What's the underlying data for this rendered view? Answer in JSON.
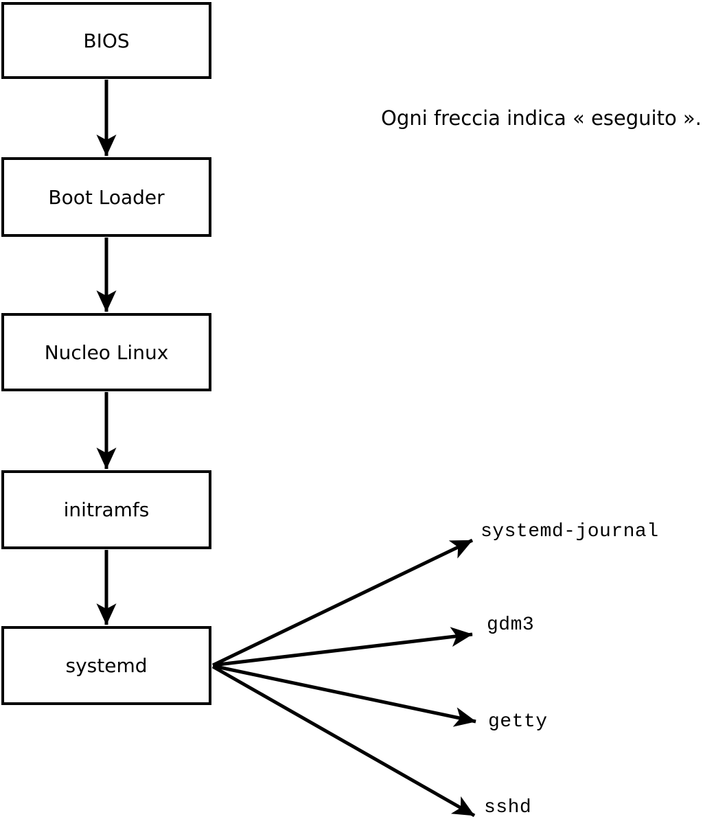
{
  "caption": "Ogni freccia indica « eseguito ».",
  "nodes": [
    {
      "id": "bios",
      "label": "BIOS"
    },
    {
      "id": "boot",
      "label": "Boot Loader"
    },
    {
      "id": "nucleo",
      "label": "Nucleo Linux"
    },
    {
      "id": "initramfs",
      "label": "initramfs"
    },
    {
      "id": "systemd",
      "label": "systemd"
    }
  ],
  "services": [
    {
      "id": "journal",
      "label": "systemd-journal"
    },
    {
      "id": "gdm3",
      "label": "gdm3"
    },
    {
      "id": "getty",
      "label": "getty"
    },
    {
      "id": "sshd",
      "label": "sshd"
    }
  ],
  "edges": [
    {
      "from": "BIOS",
      "to": "Boot Loader",
      "meaning": "eseguito"
    },
    {
      "from": "Boot Loader",
      "to": "Nucleo Linux",
      "meaning": "eseguito"
    },
    {
      "from": "Nucleo Linux",
      "to": "initramfs",
      "meaning": "eseguito"
    },
    {
      "from": "initramfs",
      "to": "systemd",
      "meaning": "eseguito"
    },
    {
      "from": "systemd",
      "to": "systemd-journal",
      "meaning": "eseguito"
    },
    {
      "from": "systemd",
      "to": "gdm3",
      "meaning": "eseguito"
    },
    {
      "from": "systemd",
      "to": "getty",
      "meaning": "eseguito"
    },
    {
      "from": "systemd",
      "to": "sshd",
      "meaning": "eseguito"
    }
  ],
  "colors": {
    "stroke": "#000000",
    "background": "#ffffff"
  }
}
